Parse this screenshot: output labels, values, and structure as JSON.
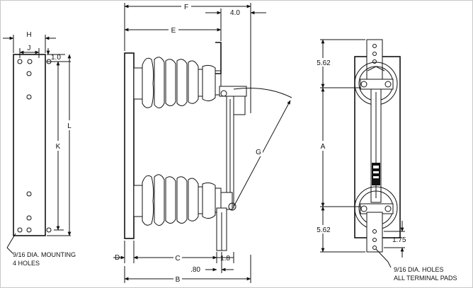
{
  "dimensions": {
    "H": "H",
    "J": "J",
    "one_point_zero": "1.0",
    "L": "L",
    "K": "K",
    "F": "F",
    "four_point_zero": "4.0",
    "E": "E",
    "G": "G",
    "D": "D",
    "C": "C",
    "one_point_eight": "1.8",
    "point_eighty": ".80",
    "B": "B",
    "five_sixty_two_top": "5.62",
    "A": "A",
    "five_sixty_two_bottom": "5.62",
    "one_seventy_five": "1.75"
  },
  "notes": {
    "mounting_line1": "9/16 DIA. MOUNTING",
    "mounting_line2": "4 HOLES",
    "terminal_line1": "9/16 DIA. HOLES",
    "terminal_line2": "ALL TERMINAL PADS"
  }
}
